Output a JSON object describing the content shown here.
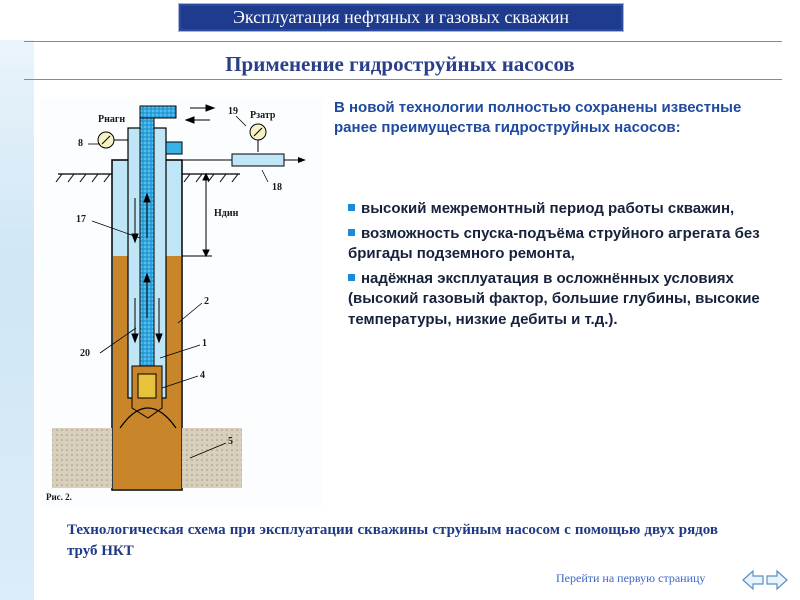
{
  "header": {
    "title": "Эксплуатация нефтяных и газовых скважин"
  },
  "slide": {
    "title": "Применение гидроструйных насосов"
  },
  "intro": "В новой технологии полностью сохранены известные ранее преимущества гидроструйных насосов:",
  "bullets": [
    "высокий межремонтный период работы скважин,",
    "возможность спуска-подъёма струйного агрегата без бригады подземного ремонта,",
    "надёжная эксплуатация в осложнённых условиях (высокий газовый фактор, большие глубины, высокие температуры, низкие дебиты и т.д.)."
  ],
  "figure": {
    "labels": {
      "p_nagn": "Рнагн",
      "p_zatr": "Рзатр",
      "h_din": "Ндин",
      "n8": "8",
      "n19": "19",
      "n18": "18",
      "n17": "17",
      "n2": "2",
      "n1": "1",
      "n20": "20",
      "n4": "4",
      "n5": "5",
      "fig": "Рис. 2."
    },
    "colors": {
      "oil": "#c8852a",
      "water": "#bfe6f7",
      "pipe_blue": "#39b3e6",
      "soil": "#cfc7b5",
      "label": "#1a1a1a"
    }
  },
  "caption": "Технологическая схема при эксплуатации скважины струйным насосом с помощью двух рядов труб НКТ",
  "nav": {
    "first_page_link": "Перейти на первую страницу",
    "back_icon": "arrow-left-icon",
    "forward_icon": "arrow-right-icon"
  }
}
